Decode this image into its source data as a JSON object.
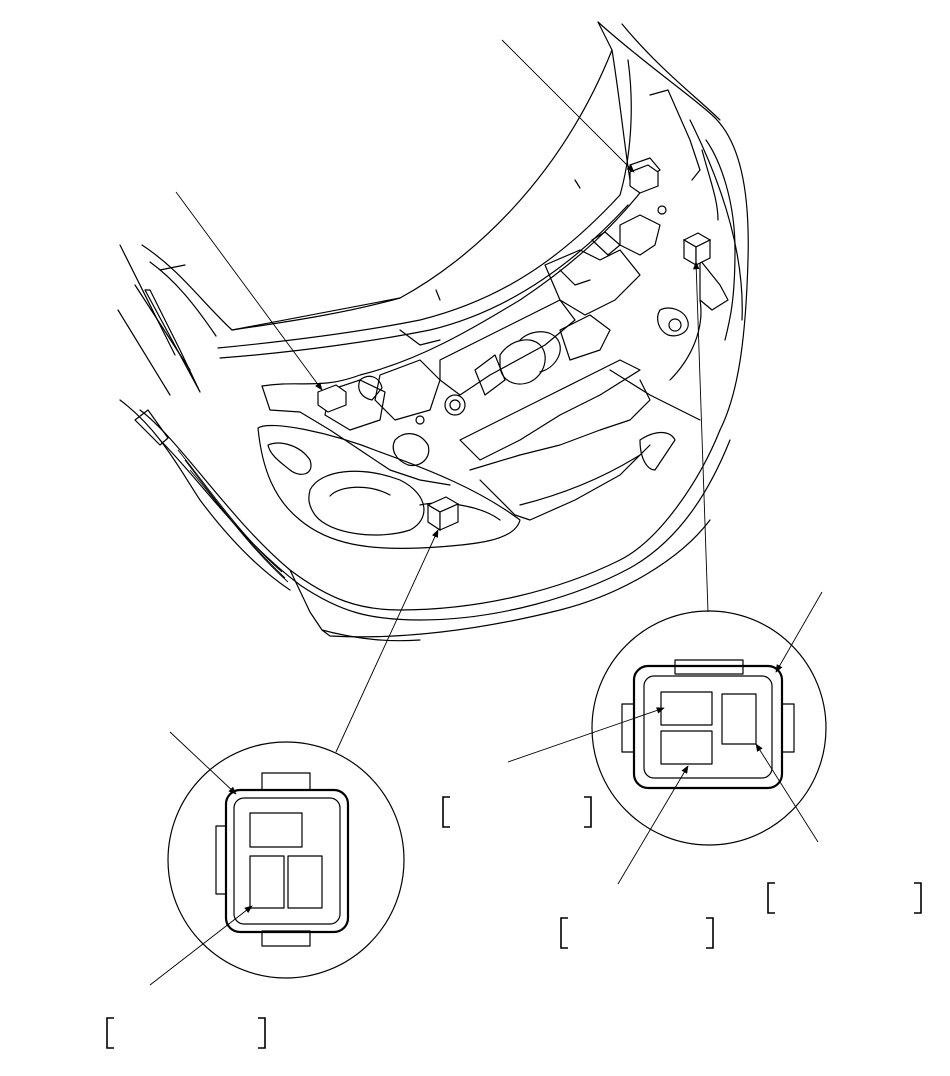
{
  "figure": {
    "type": "engine-compartment connector locator diagram",
    "callout_count": 7,
    "connector_detail_views": 2,
    "empty_label_brackets": 4
  }
}
